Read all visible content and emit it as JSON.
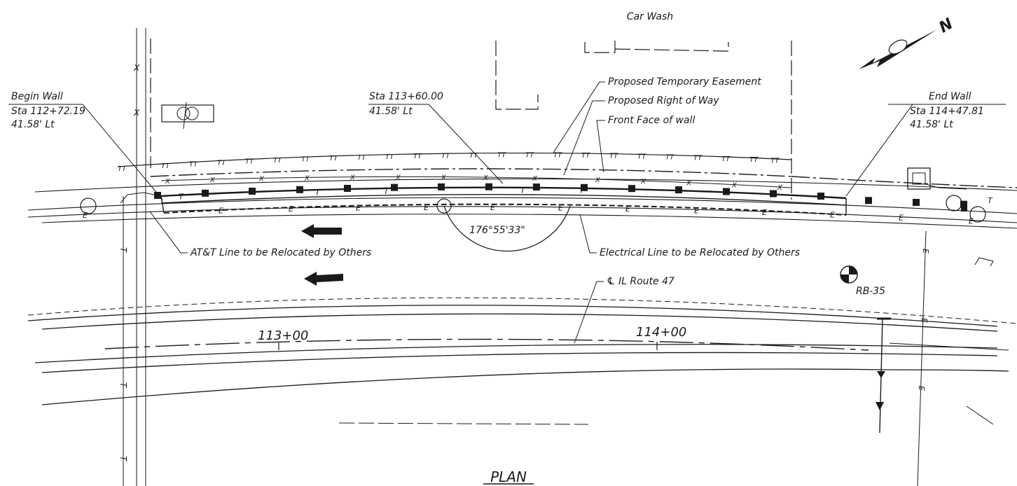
{
  "labels": {
    "car_wash": "Car Wash",
    "begin_wall": "Begin Wall",
    "begin_sta": "Sta 112+72.19",
    "begin_offset": "41.58' Lt",
    "mid_sta": "Sta 113+60.00",
    "mid_offset": "41.58' Lt",
    "end_wall": "End Wall",
    "end_sta": "Sta 114+47.81",
    "end_offset": "41.58' Lt",
    "temp_easement": "Proposed Temporary Easement",
    "row": "Proposed Right of Way",
    "front_face": "Front Face of wall",
    "att_line": "AT&T Line to be Relocated by Others",
    "angle": "176°55'33\"",
    "electrical": "Electrical Line to be Relocated by Others",
    "route": "℄ IL Route 47",
    "rb": "RB-35",
    "sta_113": "113+00",
    "sta_114": "114+00",
    "plan": "PLAN",
    "north": "N"
  },
  "line_codes": {
    "telephone": "T",
    "electric": "E",
    "fence": "X",
    "temp_easement": "TT"
  },
  "icons": [
    "north-arrow-icon",
    "transformer-icon",
    "boring-symbol-icon",
    "traffic-arrow-icon"
  ]
}
